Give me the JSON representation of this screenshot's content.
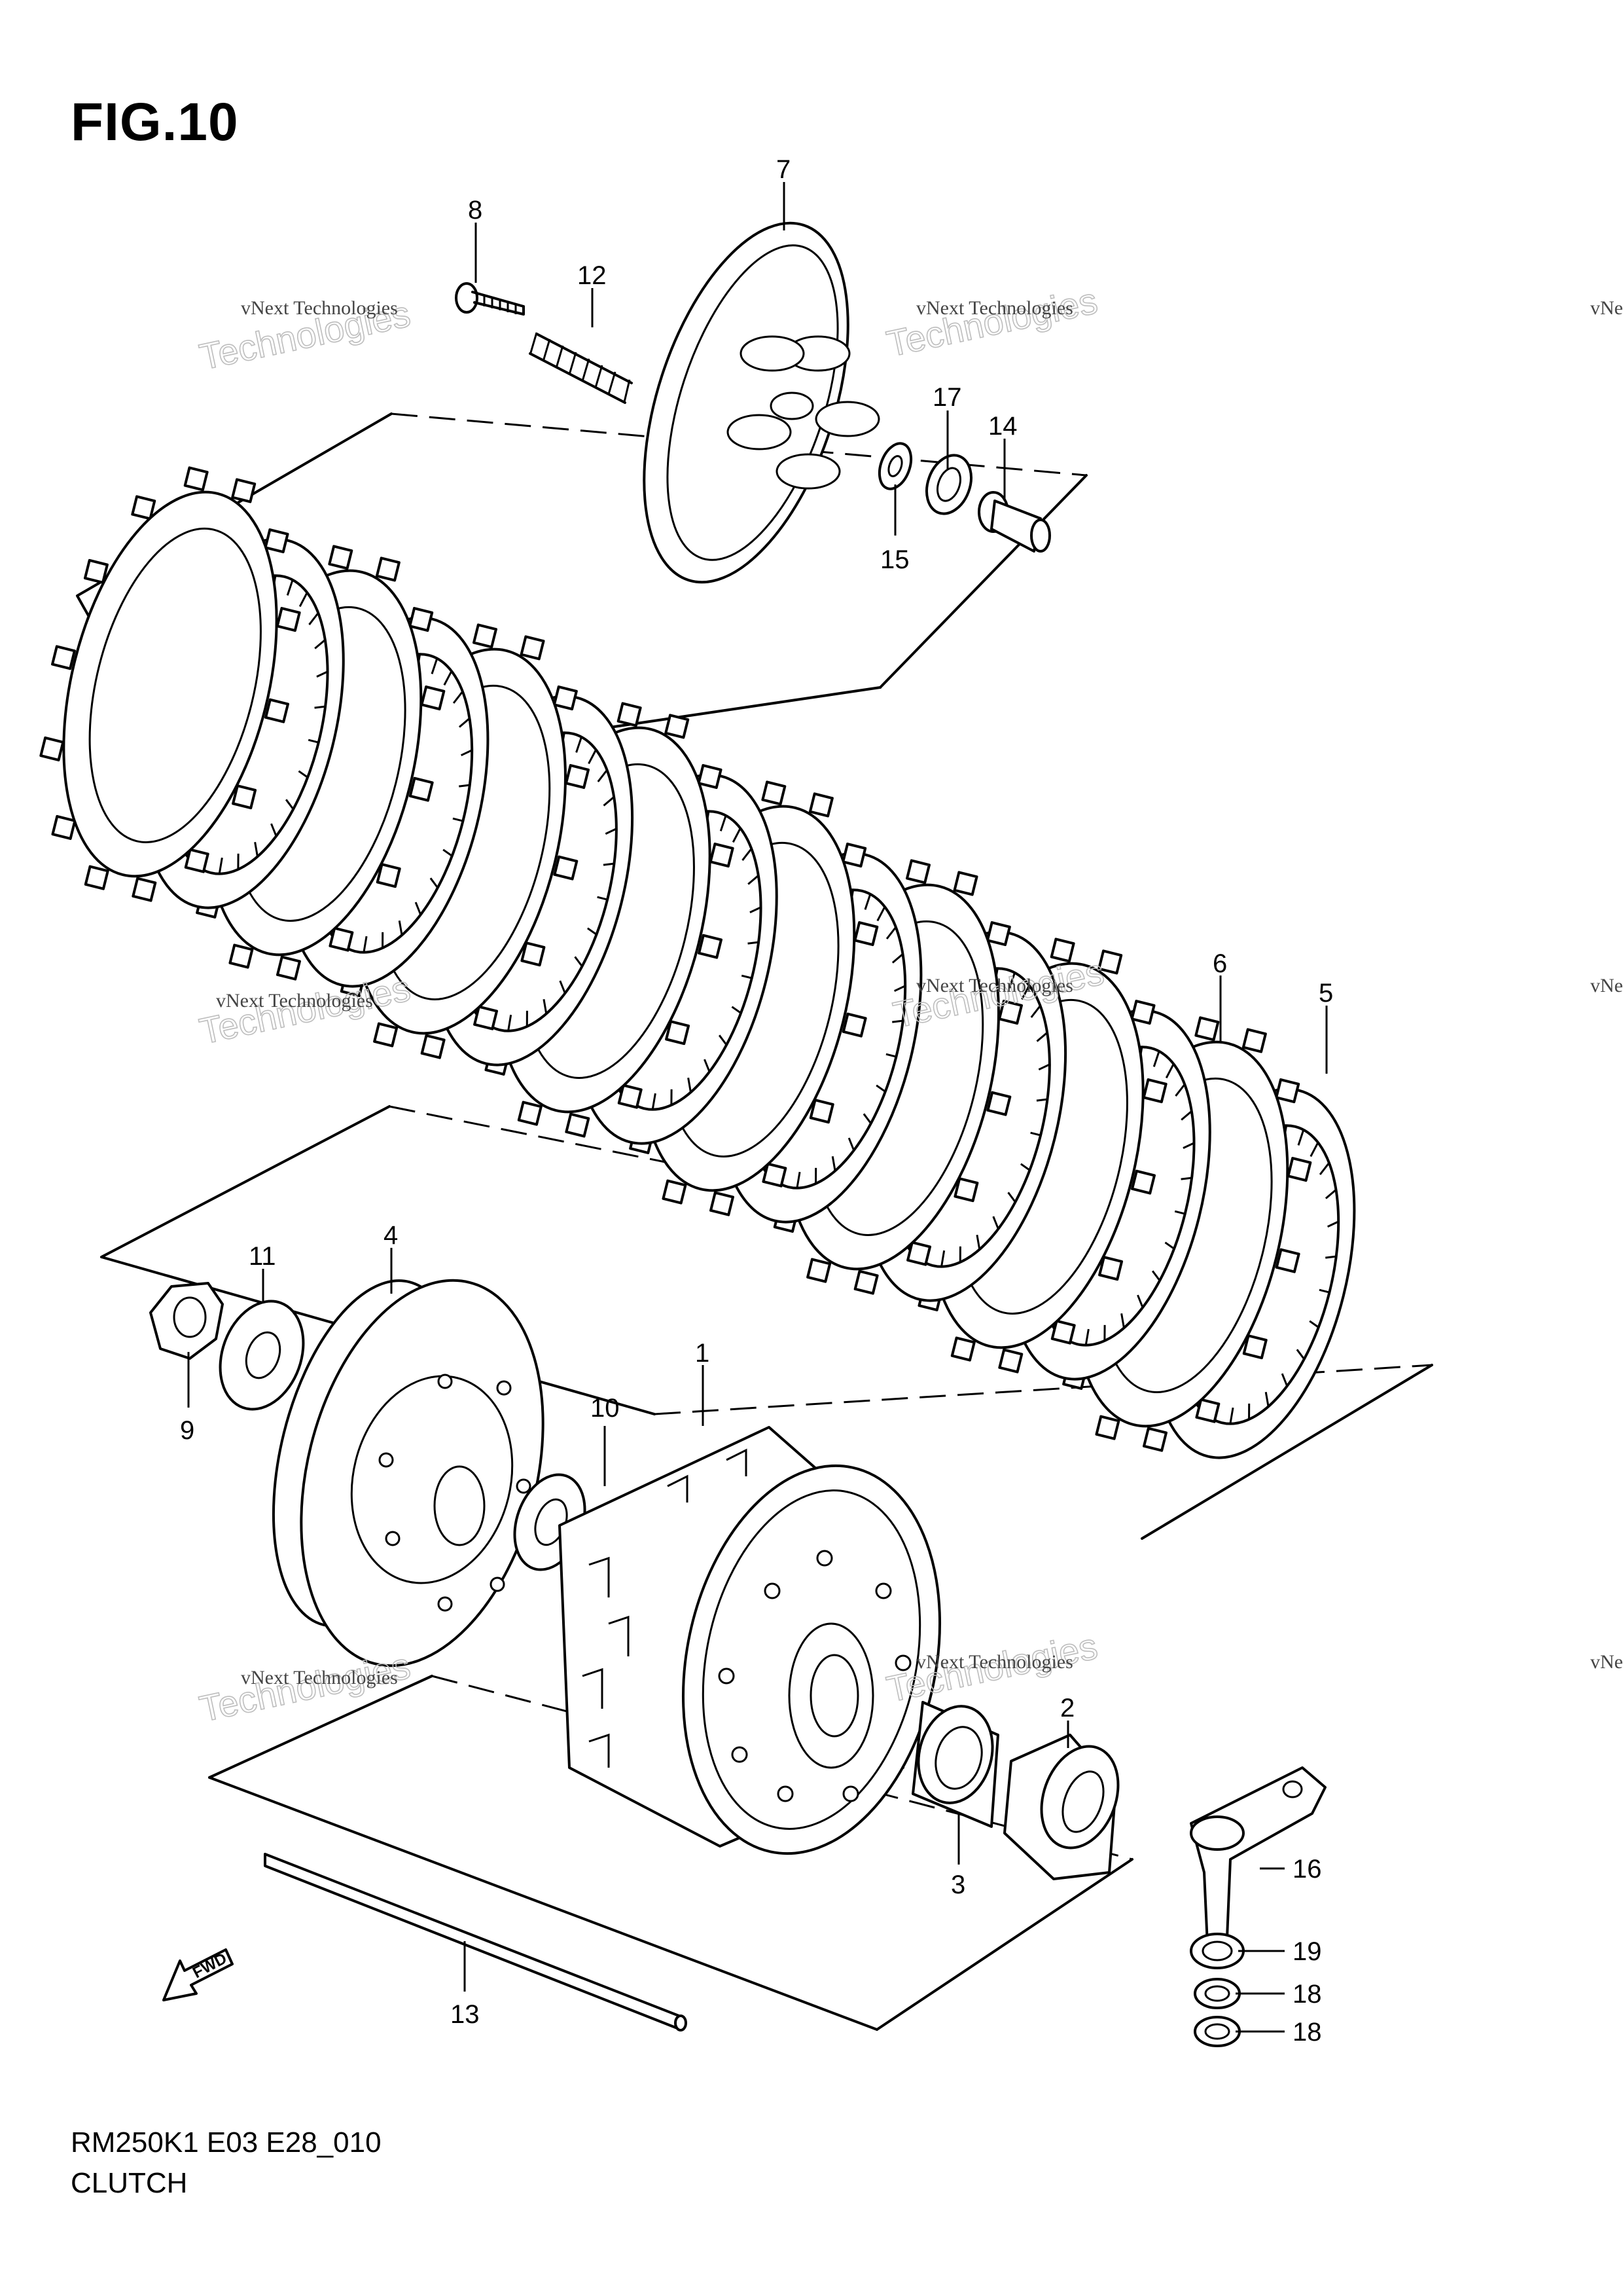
{
  "figure": {
    "title": "FIG.10"
  },
  "footer": {
    "code": "RM250K1 E03 E28_010",
    "caption": "CLUTCH"
  },
  "watermark": {
    "line1": "vNext Technologies",
    "line2": "Technologies",
    "line3": "vNext"
  },
  "callouts": {
    "p1": "1",
    "p2": "2",
    "p3": "3",
    "p4": "4",
    "p5": "5",
    "p6": "6",
    "p7": "7",
    "p8": "8",
    "p9": "9",
    "p10": "10",
    "p11": "11",
    "p12": "12",
    "p13": "13",
    "p14": "14",
    "p15": "15",
    "p16": "16",
    "p17": "17",
    "p18a": "18",
    "p18b": "18",
    "p19": "19"
  },
  "direction": {
    "label": "FWD"
  }
}
